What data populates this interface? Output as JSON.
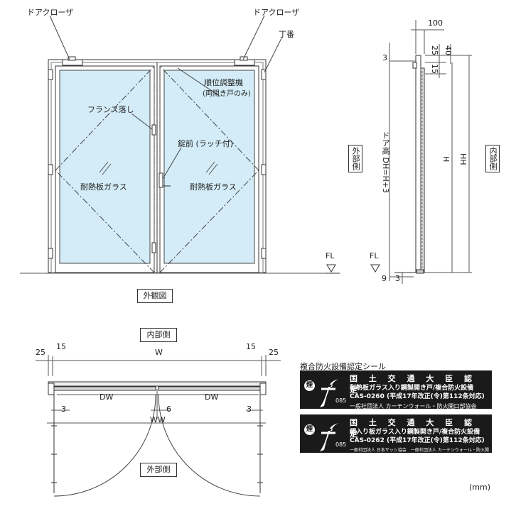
{
  "elevation": {
    "door_closer_left": "ドアクローザ",
    "door_closer_right": "ドアクローザ",
    "hinge": "丁番",
    "sequencer_line1": "順位調整機",
    "sequencer_line2": "(両開き戸のみ)",
    "flush_bolt": "フランス落し",
    "lock": "錠前 (ラッチ付)",
    "glass_left": "耐熱板ガラス",
    "glass_right": "耐熱板ガラス",
    "caption": "外観図"
  },
  "section": {
    "exterior_side": "外部側",
    "interior_side": "内部側",
    "dim_100": "100",
    "dim_3_top": "3",
    "dim_25": "25",
    "dim_40": "40",
    "dim_15": "15",
    "dim_door_height": "ドア高 DH=H+3",
    "dim_h": "H",
    "dim_hh": "HH",
    "fl_left": "FL",
    "fl_right": "FL",
    "dim_9": "9",
    "dim_3_bottom": "3"
  },
  "plan": {
    "interior_side": "内部側",
    "exterior_side": "外部側",
    "dim_25_left": "25",
    "dim_15_left": "15",
    "dim_w": "W",
    "dim_15_right": "15",
    "dim_25_right": "25",
    "dim_dw_left": "DW",
    "dim_dw_right": "DW",
    "dim_3_left": "3",
    "dim_6": "6",
    "dim_3_right": "3",
    "dim_ww": "WW"
  },
  "seals": {
    "heading": "複合防火設備認定シール",
    "items": [
      {
        "title": "国 土 交 通 大 臣 認 定",
        "line1": "耐熱板ガラス入り鋼製開き戸/複合防火設備",
        "line2": "CAS-0260 (平成17年改正(令)第112条対応)",
        "line3": "一般社団法人 カーテンウォール・防火開口部協会",
        "logo_mark": "煙",
        "logo_number": "085"
      },
      {
        "title": "国 土 交 通 大 臣 認 定",
        "line1": "網入り板ガラス入り鋼製開き戸/複合防火設備",
        "line2": "CAS-0262 (平成17年改正(令)第112条対応)",
        "line3": "一般社団法人 日本サッシ協会　一般社団法人 カーテンウォール・防火開口部協会",
        "logo_mark": "煙",
        "logo_number": "085"
      }
    ]
  },
  "unit": "(mm)",
  "colors": {
    "glass": "#d3ecf7",
    "line": "#333333",
    "seal_bg": "#1a1a1a"
  }
}
